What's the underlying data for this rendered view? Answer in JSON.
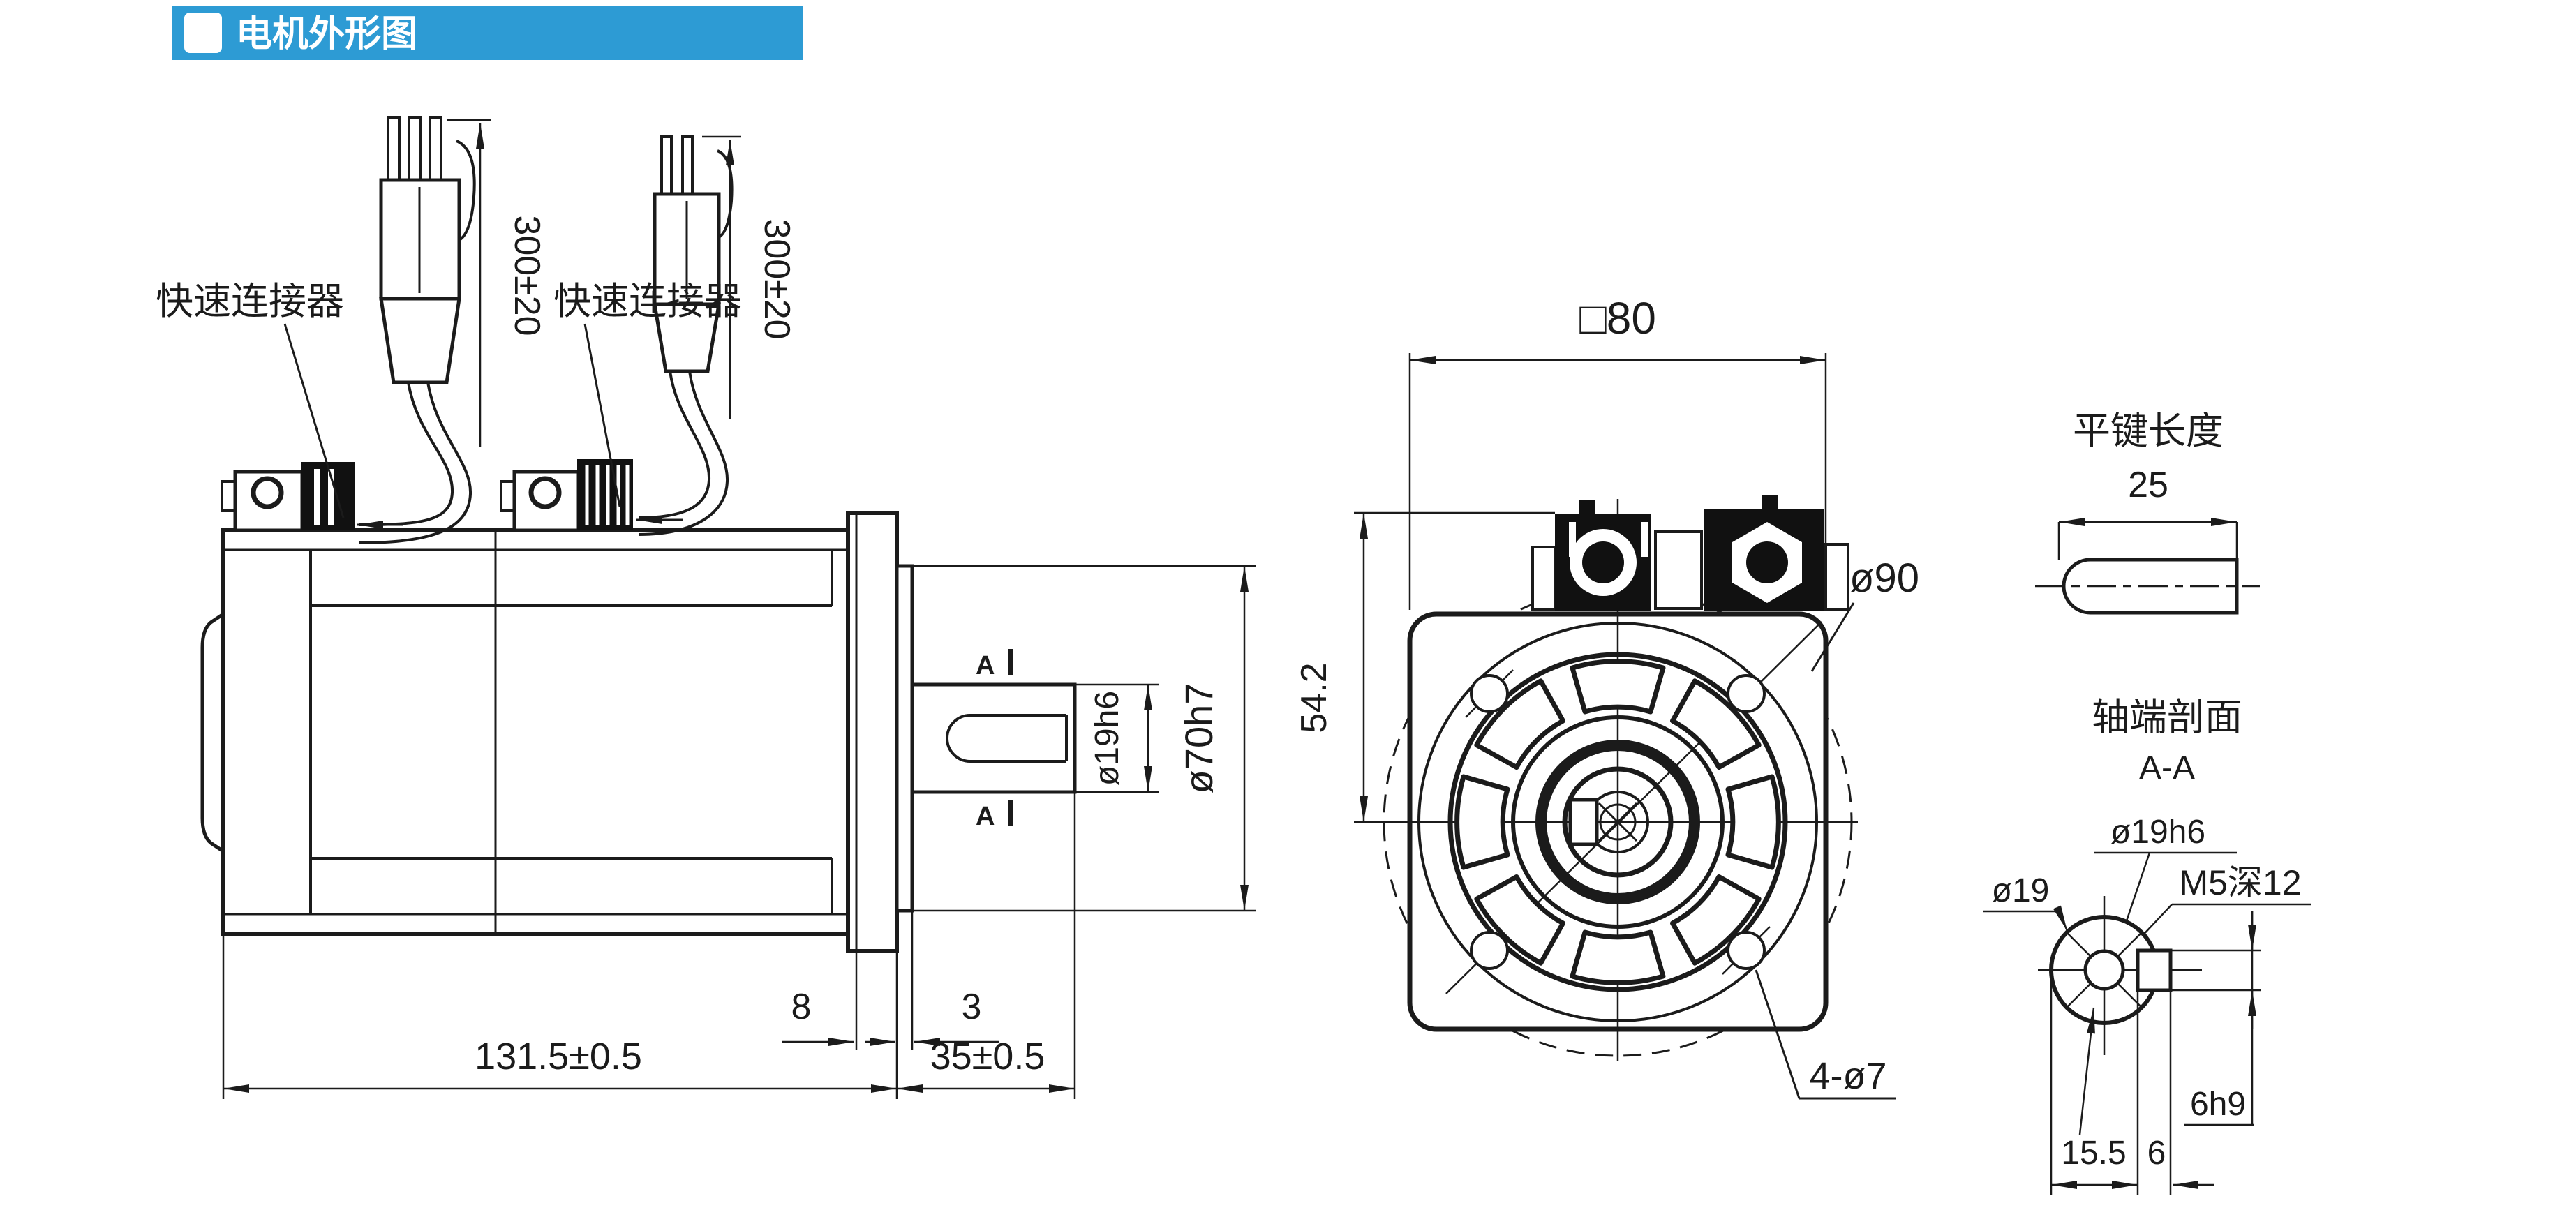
{
  "header": {
    "title": "电机外形图",
    "accent_blue": "#2D9BD4"
  },
  "side_view": {
    "connector1_label": "快速连接器",
    "connector2_label": "快速连接器",
    "cable1_length": "300±20",
    "cable2_length": "300±20",
    "section_marker_top": "A",
    "section_marker_bottom": "A",
    "dim_shaft_diameter": "ø19h6",
    "dim_pilot_diameter": "ø70h7",
    "dim_flange_thickness": "8",
    "dim_pilot_depth": "3",
    "dim_body_length": "131.5±0.5",
    "dim_shaft_length": "35±0.5"
  },
  "front_view": {
    "dim_frame_size": "□80",
    "dim_connector_height": "54.2",
    "dim_pilot_circle": "ø90",
    "dim_mounting_holes": "4-ø7"
  },
  "key_view": {
    "title": "平键长度",
    "dim_key_length": "25"
  },
  "shaft_section_view": {
    "title": "轴端剖面",
    "section_label": "A-A",
    "dim_shaft_diameter": "ø19h6",
    "dim_shaft_nominal": "ø19",
    "dim_tapped_hole": "M5深12",
    "dim_key_width": "6h9",
    "dim_flat_height": "15.5",
    "dim_key_height": "6"
  },
  "colors": {
    "line": "#1b1b1b",
    "background": "#ffffff",
    "accent_blue": "#2D9BD4"
  }
}
